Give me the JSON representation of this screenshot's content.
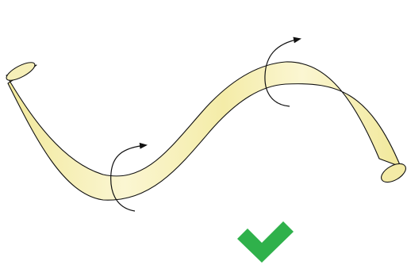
{
  "diagram": {
    "subject": "twisted-flexible-tube",
    "rotation_arrows": [
      {
        "location": "left-trough",
        "direction": "clockwise-viewed-along-tube"
      },
      {
        "location": "right-crest",
        "direction": "clockwise-viewed-along-tube"
      }
    ],
    "status_mark": {
      "icon": "checkmark-icon",
      "meaning": "correct"
    },
    "colors": {
      "tube_fill_light": "#fbf6d2",
      "tube_fill_dark": "#f1e89a",
      "tube_outline": "#111111",
      "arrow": "#111111",
      "checkmark": "#2fb14b",
      "background": "#ffffff"
    }
  }
}
